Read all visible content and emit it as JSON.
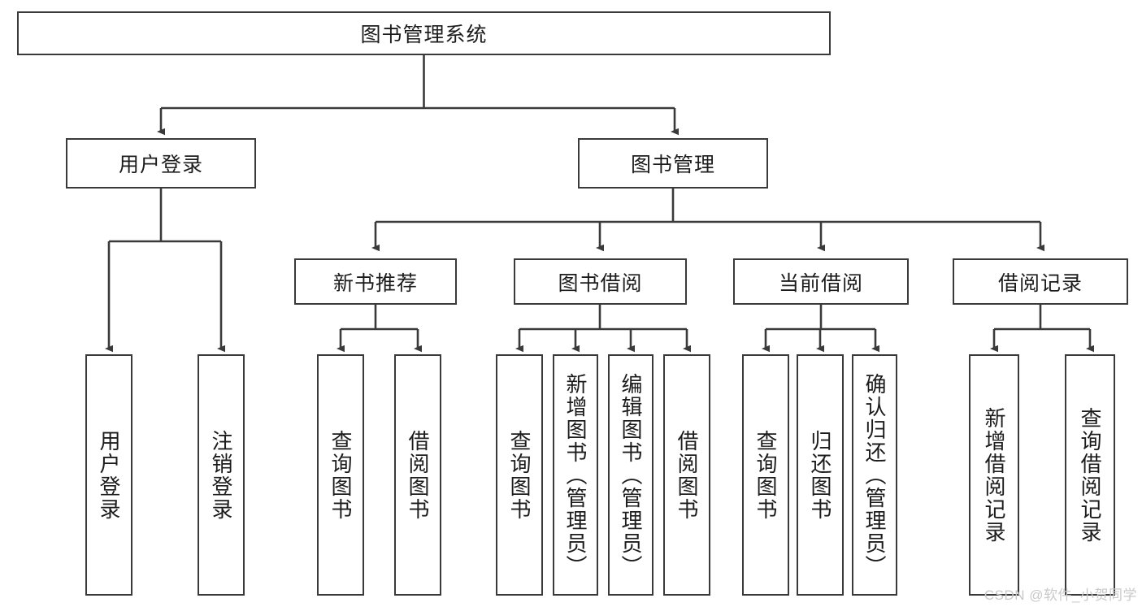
{
  "diagram": {
    "title": "图书管理系统",
    "type": "tree/hierarchy-chart",
    "root": {
      "id": "root",
      "label": "图书管理系统"
    },
    "level2": [
      {
        "id": "user-login",
        "label": "用户登录"
      },
      {
        "id": "book-manage",
        "label": "图书管理"
      }
    ],
    "level3": [
      {
        "id": "new-book-recommend",
        "label": "新书推荐"
      },
      {
        "id": "book-borrow",
        "label": "图书借阅"
      },
      {
        "id": "current-borrow",
        "label": "当前借阅"
      },
      {
        "id": "borrow-record",
        "label": "借阅记录"
      }
    ],
    "leaves": [
      {
        "id": "leaf-user-login",
        "label": "用户登录"
      },
      {
        "id": "leaf-logout-login",
        "label": "注销登录"
      },
      {
        "id": "leaf-query-book-1",
        "label": "查询图书"
      },
      {
        "id": "leaf-borrow-book-1",
        "label": "借阅图书"
      },
      {
        "id": "leaf-query-book-2",
        "label": "查询图书"
      },
      {
        "id": "leaf-add-book",
        "label": "新增图书（管理员）"
      },
      {
        "id": "leaf-edit-book",
        "label": "编辑图书（管理员）"
      },
      {
        "id": "leaf-borrow-book-2",
        "label": "借阅图书"
      },
      {
        "id": "leaf-query-book-3",
        "label": "查询图书"
      },
      {
        "id": "leaf-return-book",
        "label": "归还图书"
      },
      {
        "id": "leaf-confirm-return",
        "label": "确认归还（管理员）"
      },
      {
        "id": "leaf-add-record",
        "label": "新增借阅记录"
      },
      {
        "id": "leaf-query-record",
        "label": "查询借阅记录"
      }
    ],
    "colors": {
      "box_border": "#3a3a3a",
      "box_fill": "#ffffff",
      "edge": "#3a3a3a",
      "text": "#1c1c1c",
      "watermark": "#c9c9c9",
      "background": "#ffffff"
    }
  },
  "watermark": {
    "text": "CSDN @软件_小贺同学"
  }
}
